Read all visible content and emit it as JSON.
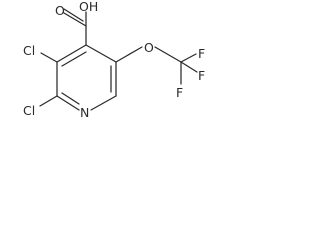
{
  "molecule": {
    "atoms": {
      "oh": "OH",
      "o_carbonyl": "O",
      "cl_upper": "Cl",
      "cl_lower": "Cl",
      "n_ring": "N",
      "o_ether": "O",
      "f_top": "F",
      "f_right": "F",
      "f_bottom": "F"
    },
    "colors": {
      "ink": "#2a2a2a",
      "background": "#ffffff"
    }
  }
}
